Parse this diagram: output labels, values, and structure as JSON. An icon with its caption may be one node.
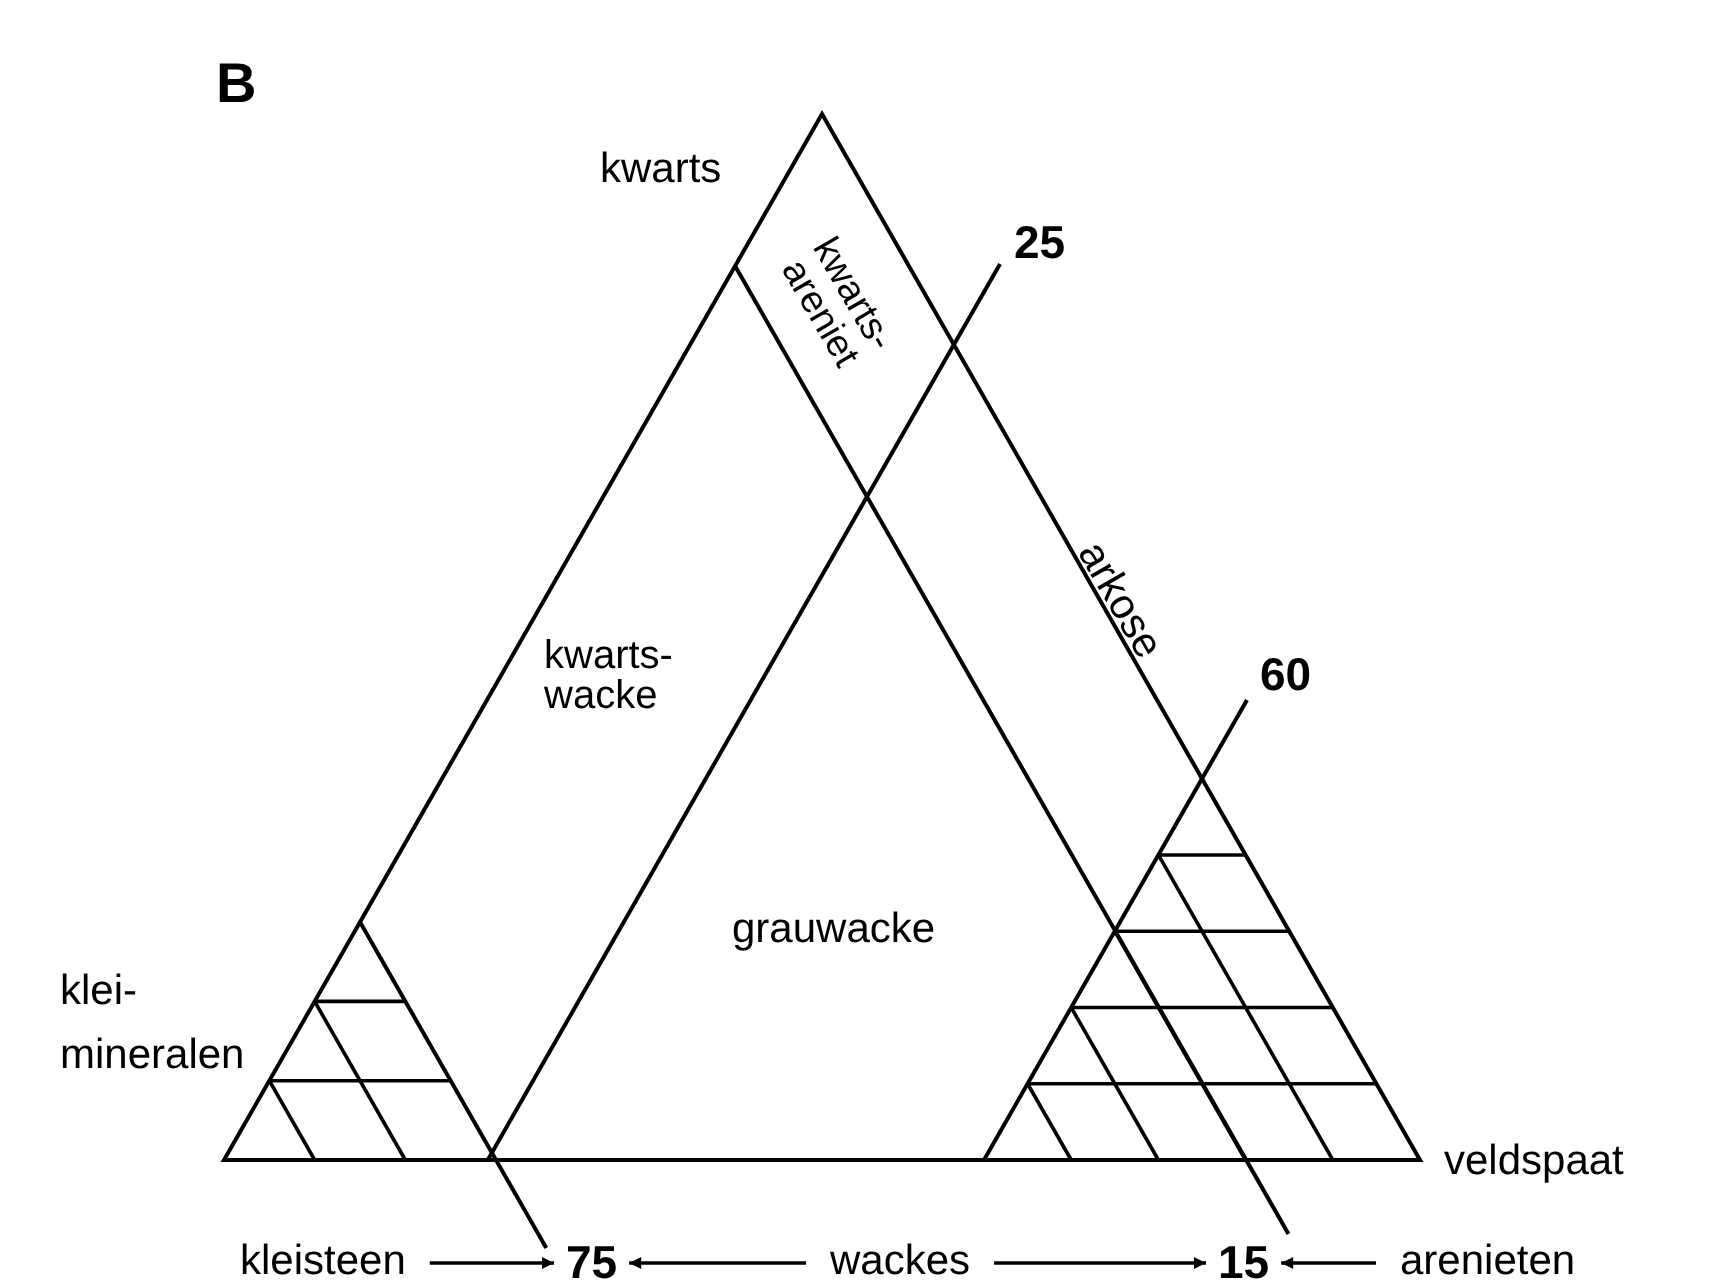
{
  "diagram": {
    "nodes": [
      {
        "text": [
          "kleisteen"
        ]
      },
      {
        "text": [
          "75"
        ]
      },
      {
        "text": [
          "wackes"
        ]
      },
      {
        "text": [
          "15"
        ]
      },
      {
        "text": [
          "arenieten"
        ]
      }
    ],
    "edges": [
      {
        "from": 0,
        "to": 1,
        "arrow": "to"
      },
      {
        "from": 2,
        "to": 1,
        "arrow": "to"
      },
      {
        "from": 2,
        "to": 3,
        "arrow": "to"
      },
      {
        "from": 4,
        "to": 3,
        "arrow": "to"
      }
    ],
    "labels": [
      "B",
      "kwarts",
      "kwarts- areniet",
      "25",
      "kwarts- wacke",
      "arkose",
      "60",
      "grauwacke",
      "klei- mineralen",
      "veldspaat"
    ]
  }
}
